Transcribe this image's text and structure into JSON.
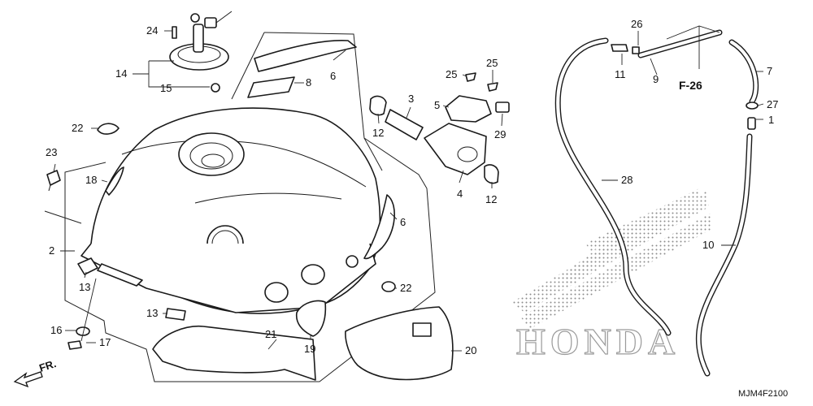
{
  "diagram_code": "MJM4F2100",
  "direction_label": "FR.",
  "reference_label": "F-26",
  "watermark": {
    "brand": "HONDA",
    "dot_color": "#8c8c8c"
  },
  "callouts": [
    {
      "id": "c1",
      "label": "1"
    },
    {
      "id": "c2",
      "label": "2"
    },
    {
      "id": "c3",
      "label": "3"
    },
    {
      "id": "c4",
      "label": "4"
    },
    {
      "id": "c5",
      "label": "5"
    },
    {
      "id": "c6a",
      "label": "6"
    },
    {
      "id": "c6b",
      "label": "6"
    },
    {
      "id": "c7",
      "label": "7"
    },
    {
      "id": "c8",
      "label": "8"
    },
    {
      "id": "c9",
      "label": "9"
    },
    {
      "id": "c10",
      "label": "10"
    },
    {
      "id": "c11",
      "label": "11"
    },
    {
      "id": "c12a",
      "label": "12"
    },
    {
      "id": "c12b",
      "label": "12"
    },
    {
      "id": "c13a",
      "label": "13"
    },
    {
      "id": "c13b",
      "label": "13"
    },
    {
      "id": "c14",
      "label": "14"
    },
    {
      "id": "c15",
      "label": "15"
    },
    {
      "id": "c16",
      "label": "16"
    },
    {
      "id": "c17",
      "label": "17"
    },
    {
      "id": "c18",
      "label": "18"
    },
    {
      "id": "c19",
      "label": "19"
    },
    {
      "id": "c20",
      "label": "20"
    },
    {
      "id": "c21",
      "label": "21"
    },
    {
      "id": "c22a",
      "label": "22"
    },
    {
      "id": "c22b",
      "label": "22"
    },
    {
      "id": "c23",
      "label": "23"
    },
    {
      "id": "c24",
      "label": "24"
    },
    {
      "id": "c25a",
      "label": "25"
    },
    {
      "id": "c25b",
      "label": "25"
    },
    {
      "id": "c26",
      "label": "26"
    },
    {
      "id": "c27",
      "label": "27"
    },
    {
      "id": "c28",
      "label": "28"
    },
    {
      "id": "c29",
      "label": "29"
    }
  ]
}
